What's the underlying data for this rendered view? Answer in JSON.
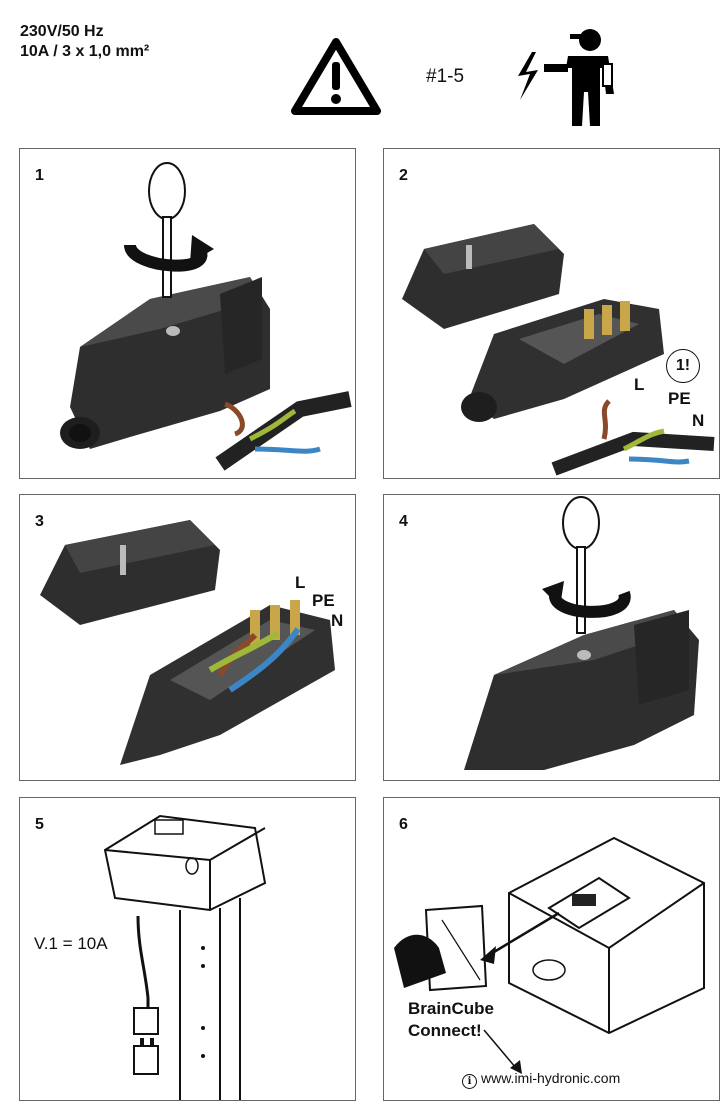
{
  "header": {
    "spec_line1": "230V/50 Hz",
    "spec_line2": "10A / 3 x 1,0 mm²",
    "step_range": "#1-5",
    "warning_icon": "warning-triangle-icon",
    "electrician_icon": "qualified-electrician-icon"
  },
  "panels": [
    {
      "number": "1"
    },
    {
      "number": "2",
      "badge": "1!",
      "labels": [
        "L",
        "PE",
        "N"
      ]
    },
    {
      "number": "3",
      "labels": [
        "L",
        "PE",
        "N"
      ]
    },
    {
      "number": "4"
    },
    {
      "number": "5",
      "fuse": "V.1 = 10A"
    },
    {
      "number": "6",
      "brand_line1": "BrainCube",
      "brand_line2": "Connect!",
      "url": "www.imi-hydronic.com"
    }
  ],
  "colors": {
    "plug": "#2c2c2c",
    "plug_light": "#4a4a4a",
    "brown": "#8a4a2a",
    "blue": "#3d86c6",
    "green_yellow": "#9fb83a",
    "brass": "#c9a64a"
  }
}
